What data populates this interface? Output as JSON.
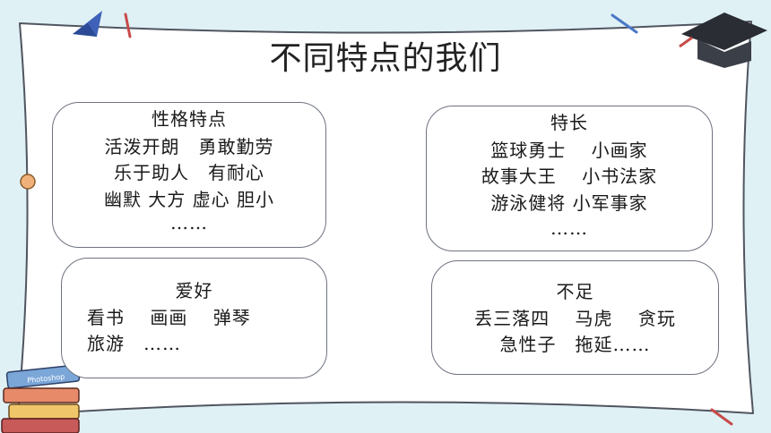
{
  "slide": {
    "title": "不同特点的我们"
  },
  "cards": {
    "personality": {
      "heading": "性格特点",
      "lines": [
        "活泼开朗　勇敢勤劳",
        "乐于助人　有耐心",
        "幽默 大方 虚心 胆小",
        "……"
      ]
    },
    "specialty": {
      "heading": "特长",
      "lines": [
        "篮球勇士　 小画家",
        "故事大王　 小书法家",
        "游泳健将 小军事家",
        "……"
      ]
    },
    "hobbies": {
      "heading": "爱好",
      "lines": [
        "看书　 画画　 弹琴",
        "旅游　……"
      ]
    },
    "shortcomings": {
      "heading": "不足",
      "lines": [
        "丢三落四　 马虎　 贪玩",
        "急性子　拖延……"
      ]
    }
  },
  "decor": {
    "book_label": "Photoshop",
    "colors": {
      "background": "#dff1f5",
      "border": "#6e7380",
      "accent_blue": "#3f62b8",
      "accent_red": "#c84a4a"
    }
  }
}
